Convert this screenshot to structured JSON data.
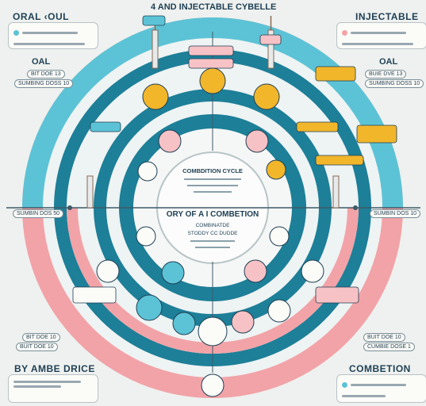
{
  "header": {
    "title": "4 AND INJECTABLE CYBELLE",
    "left_title": "ORAL ‹OUL",
    "right_title": "INJECTABLE"
  },
  "side_labels": {
    "oral": "OAL",
    "oral_right": "OAL"
  },
  "pills": {
    "left_top": "BIT DOE 13",
    "left_top2": "SUMBING DOSS 10",
    "right_top": "BUIE DVE 13",
    "right_top2": "SUMBING DOSS 10",
    "left_mid": "SUMBIN DOS 50",
    "right_mid": "SUMBIN DOS 10",
    "left_bottom": "BIT DOE 10",
    "left_bottom2": "BUIT DOE 10",
    "right_bottom": "BUIT DOE 10",
    "right_bottom2": "CUMBIE DOSE 1"
  },
  "bottom": {
    "left_title": "BY AMBE DRICE",
    "right_title": "COMBETION"
  },
  "center": {
    "cycle_title": "COMBDITION CYCLE",
    "main_title": "ORY OF A I COMBETION",
    "sub1": "COMBINATDE",
    "sub2": "STODDY CC DUDDE"
  },
  "colors": {
    "teal_dark": "#1d7f98",
    "teal_light": "#5cc3d6",
    "pink": "#f2a3a8",
    "yellow": "#f2b62b",
    "grey": "#c9d2d3"
  }
}
